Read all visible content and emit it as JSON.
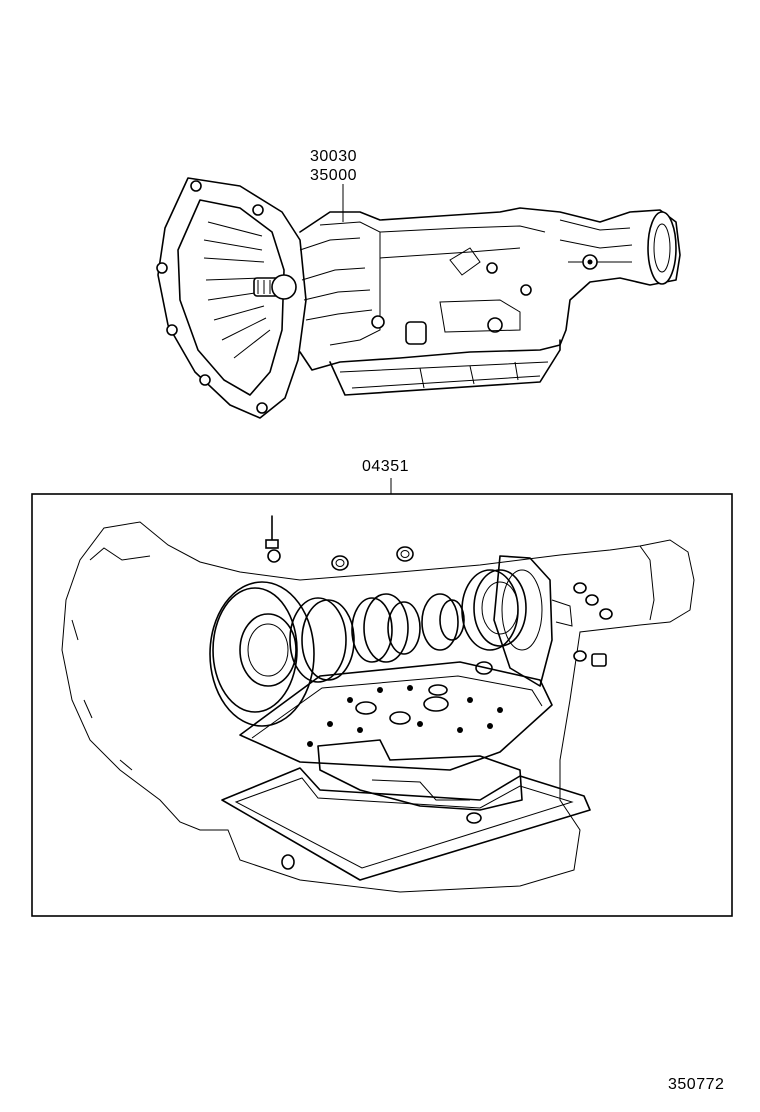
{
  "parts": {
    "assembly_part_no_1": "30030",
    "assembly_part_no_2": "35000",
    "gasket_kit_part_no": "04351"
  },
  "diagram_id": "350772"
}
